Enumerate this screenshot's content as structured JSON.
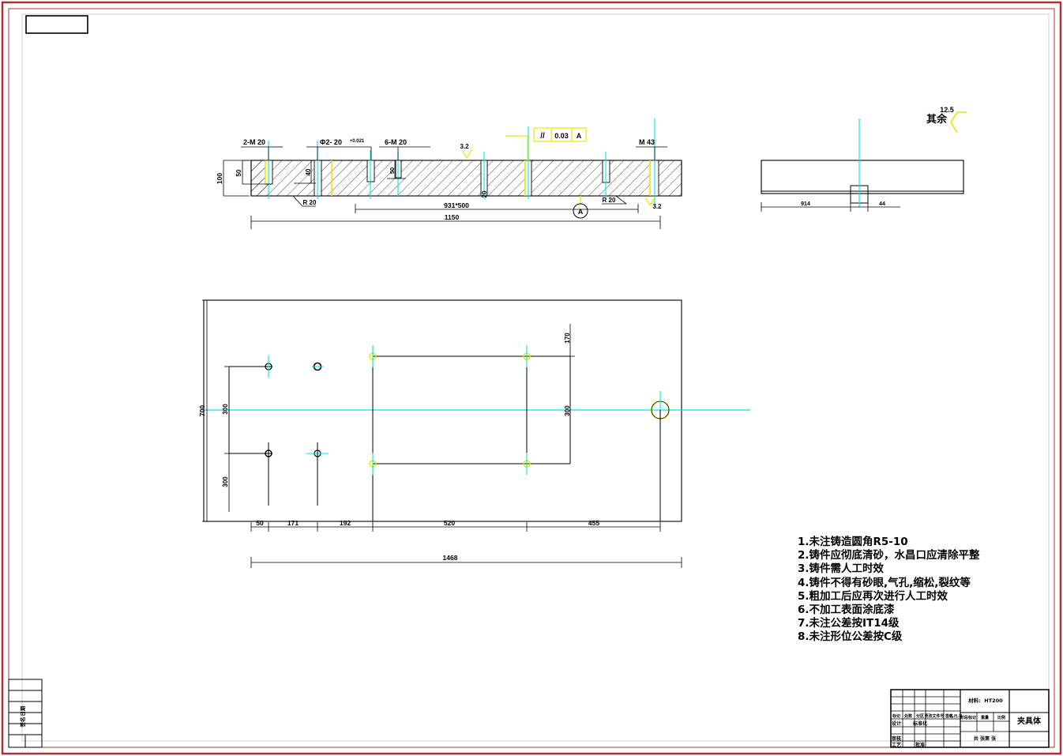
{
  "drawing": {
    "title": "夹具体",
    "sheet_border_color": "#b03030",
    "line_color": "#000000",
    "centerline_color": "#00e5e5",
    "annotation_color": "#e8e800",
    "top_left_box": ""
  },
  "section_view": {
    "labels": {
      "left_thread": "2-M 20",
      "mid_hole": "Φ2- 20",
      "mid_hole_tol": "+0.021",
      "right_thread": "6-M 20",
      "far_right_thread": "M 43",
      "height_total": "100",
      "height_step": "50",
      "depth_left": "40",
      "depth_right": "50",
      "fillet": "R 20",
      "fillet2": "R 20",
      "inner_dim": "20",
      "len_inner": "931*500",
      "len_total": "1150",
      "rough_a": "3.2",
      "rough_b": "3.2",
      "datum_letter": "A"
    },
    "tolerance_frame": {
      "symbol": "//",
      "value": "0.03",
      "datum": "A"
    },
    "general_roughness": {
      "label": "其余",
      "value": "12.5"
    }
  },
  "side_view": {
    "dim_left": "914",
    "dim_right": "44"
  },
  "plan_view": {
    "dims_horizontal": [
      "50",
      "171",
      "192",
      "520",
      "455"
    ],
    "dim_total": "1468",
    "dims_vertical_left": [
      "300",
      "300"
    ],
    "dim_vertical_outer": "700",
    "dims_vertical_right": [
      "170",
      "300"
    ]
  },
  "technical_notes": [
    "1.未注铸造圆角R5-10",
    "2.铸件应彻底清砂，水昌口应清除平整",
    "3.铸件需人工时效",
    "4.铸件不得有砂眼,气孔,缩松,裂纹等",
    "5.粗加工后应再次进行人工时效",
    "6.不加工表面涂底漆",
    "7.未注公差按IT14级",
    "8.未注形位公差按C级"
  ],
  "title_block": {
    "material_label": "材料:",
    "material_value": "HT200",
    "part_name": "夹具体",
    "rows": [
      {
        "c1": "标记",
        "c2": "处数",
        "c3": "分区",
        "c4": "更改文件号",
        "c5": "签名",
        "c6": "年,月,日"
      },
      {
        "c1": "设计",
        "c2": "",
        "c3": "标准化",
        "c4": "",
        "c5": "",
        "c6": ""
      },
      {
        "c1": "审核",
        "c2": "",
        "c3": "",
        "c4": "",
        "c5": "",
        "c6": ""
      },
      {
        "c1": "工艺",
        "c2": "",
        "c3": "批准",
        "c4": "",
        "c5": "",
        "c6": ""
      }
    ],
    "stage_marks": "阶段标记",
    "weight": "重量",
    "scale": "比例",
    "sheet_count": "共   张第   张"
  },
  "left_margin_block": {
    "rows": [
      "",
      "",
      "日期",
      "签名",
      "更改",
      ""
    ]
  }
}
